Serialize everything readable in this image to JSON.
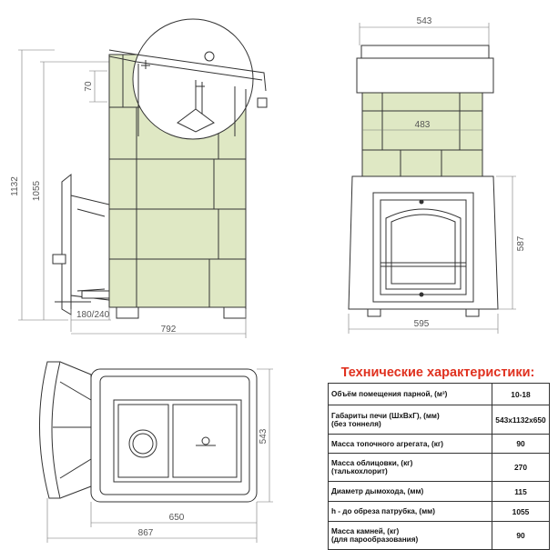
{
  "dimensions": {
    "side_height_total": "1132",
    "side_height_chimney": "1055",
    "side_offset": "70",
    "side_base": "180/240",
    "side_width": "792",
    "front_top_width": "543",
    "front_inner_width": "483",
    "front_height": "587",
    "front_bottom_width": "595",
    "plan_depth": "543",
    "plan_inner_width": "650",
    "plan_total_width": "867"
  },
  "specs": {
    "title": "Технические характеристики:",
    "rows": [
      {
        "label": "Объём помещения парной, (м³)",
        "value": "10-18"
      },
      {
        "label": "Габариты печи (ШхВхГ), (мм)\n(без тоннеля)",
        "value": "543x1132x650"
      },
      {
        "label": "Масса топочного агрегата, (кг)",
        "value": "90"
      },
      {
        "label": "Масса облицовки, (кг)\n(талькохлорит)",
        "value": "270"
      },
      {
        "label": "Диаметр дымохода, (мм)",
        "value": "115"
      },
      {
        "label": "h - до обреза патрубка, (мм)",
        "value": "1055"
      },
      {
        "label": "Масса камней, (кг)\n(для парообразования)",
        "value": "90"
      }
    ]
  },
  "colors": {
    "title": "#e0311f",
    "stone_fill": "#dfe8c4",
    "line": "#333333"
  }
}
